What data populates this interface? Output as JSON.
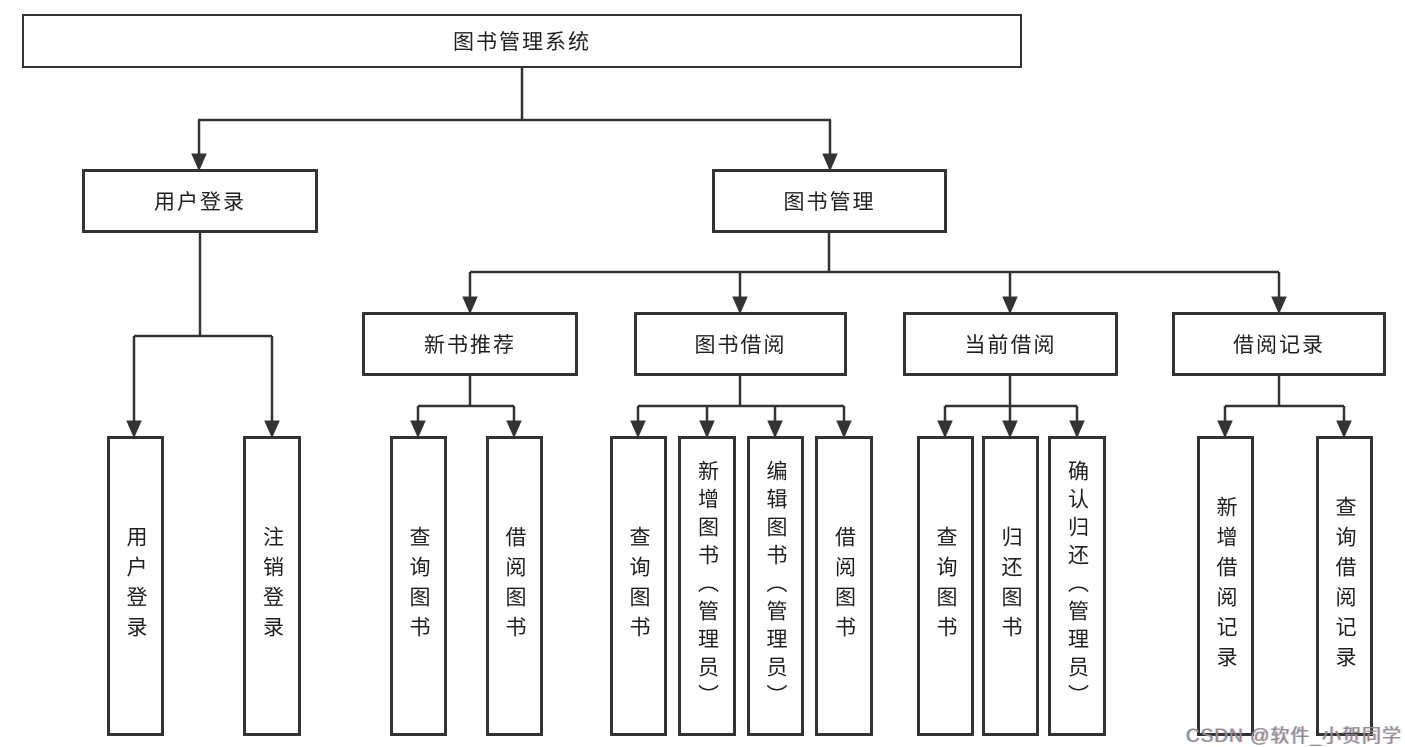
{
  "diagram": {
    "type": "hierarchy",
    "watermark": "CSDN @软件_小贺同学",
    "colors": {
      "line": "#333333",
      "box_border": "#333333",
      "text": "#1f1f1f",
      "background": "#ffffff",
      "watermark": "#8f8f8f"
    },
    "tree": {
      "label": "图书管理系统",
      "children": [
        {
          "label": "用户登录",
          "children": [
            {
              "label": "用户登录"
            },
            {
              "label": "注销登录"
            }
          ]
        },
        {
          "label": "图书管理",
          "children": [
            {
              "label": "新书推荐",
              "children": [
                {
                  "label": "查询图书"
                },
                {
                  "label": "借阅图书"
                }
              ]
            },
            {
              "label": "图书借阅",
              "children": [
                {
                  "label": "查询图书"
                },
                {
                  "label": "新增图书（管理员）"
                },
                {
                  "label": "编辑图书（管理员）"
                },
                {
                  "label": "借阅图书"
                }
              ]
            },
            {
              "label": "当前借阅",
              "children": [
                {
                  "label": "查询图书"
                },
                {
                  "label": "归还图书"
                },
                {
                  "label": "确认归还（管理员）"
                }
              ]
            },
            {
              "label": "借阅记录",
              "children": [
                {
                  "label": "新增借阅记录"
                },
                {
                  "label": "查询借阅记录"
                }
              ]
            }
          ]
        }
      ]
    }
  }
}
